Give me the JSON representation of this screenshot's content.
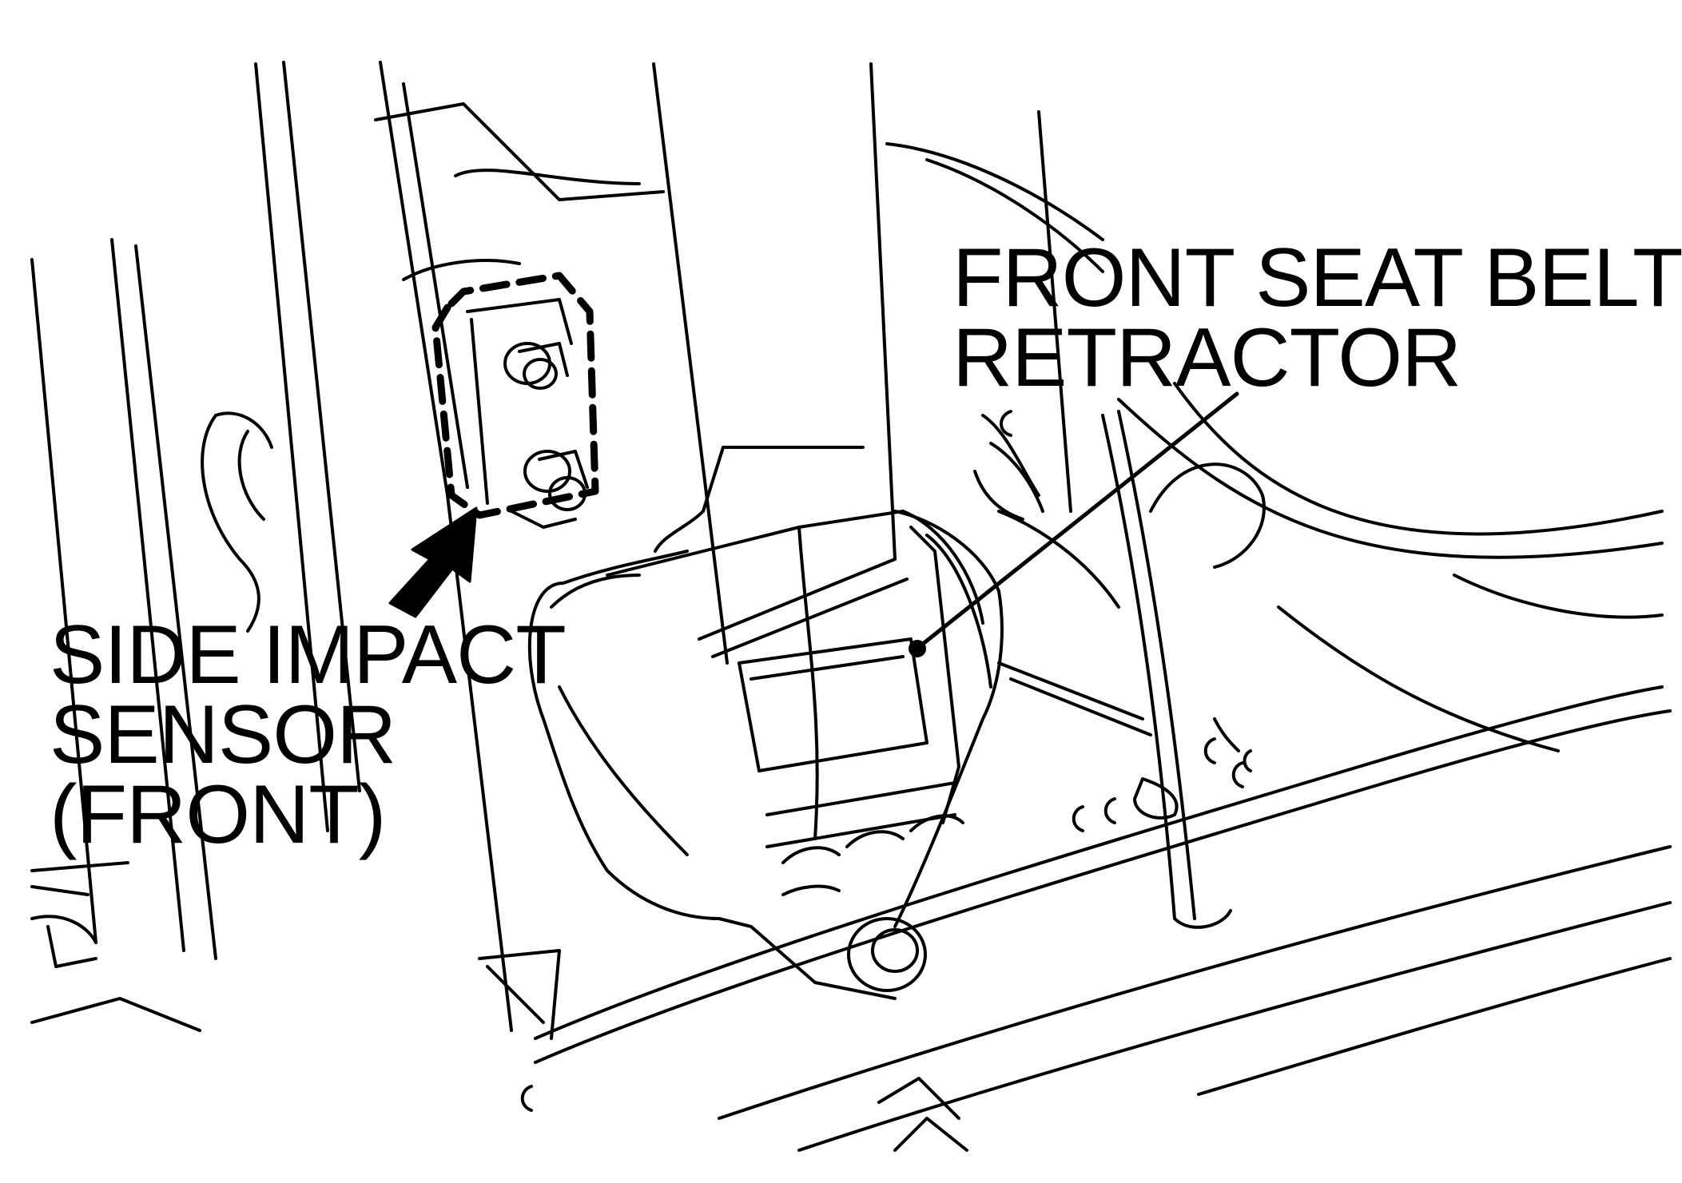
{
  "labels": {
    "retractor": {
      "line1": "FRONT SEAT BELT",
      "line2": "RETRACTOR"
    },
    "sensor": {
      "line1": "SIDE IMPACT",
      "line2": "SENSOR",
      "line3": "(FRONT)"
    }
  },
  "colors": {
    "ink": "#000000",
    "background": "#ffffff"
  }
}
